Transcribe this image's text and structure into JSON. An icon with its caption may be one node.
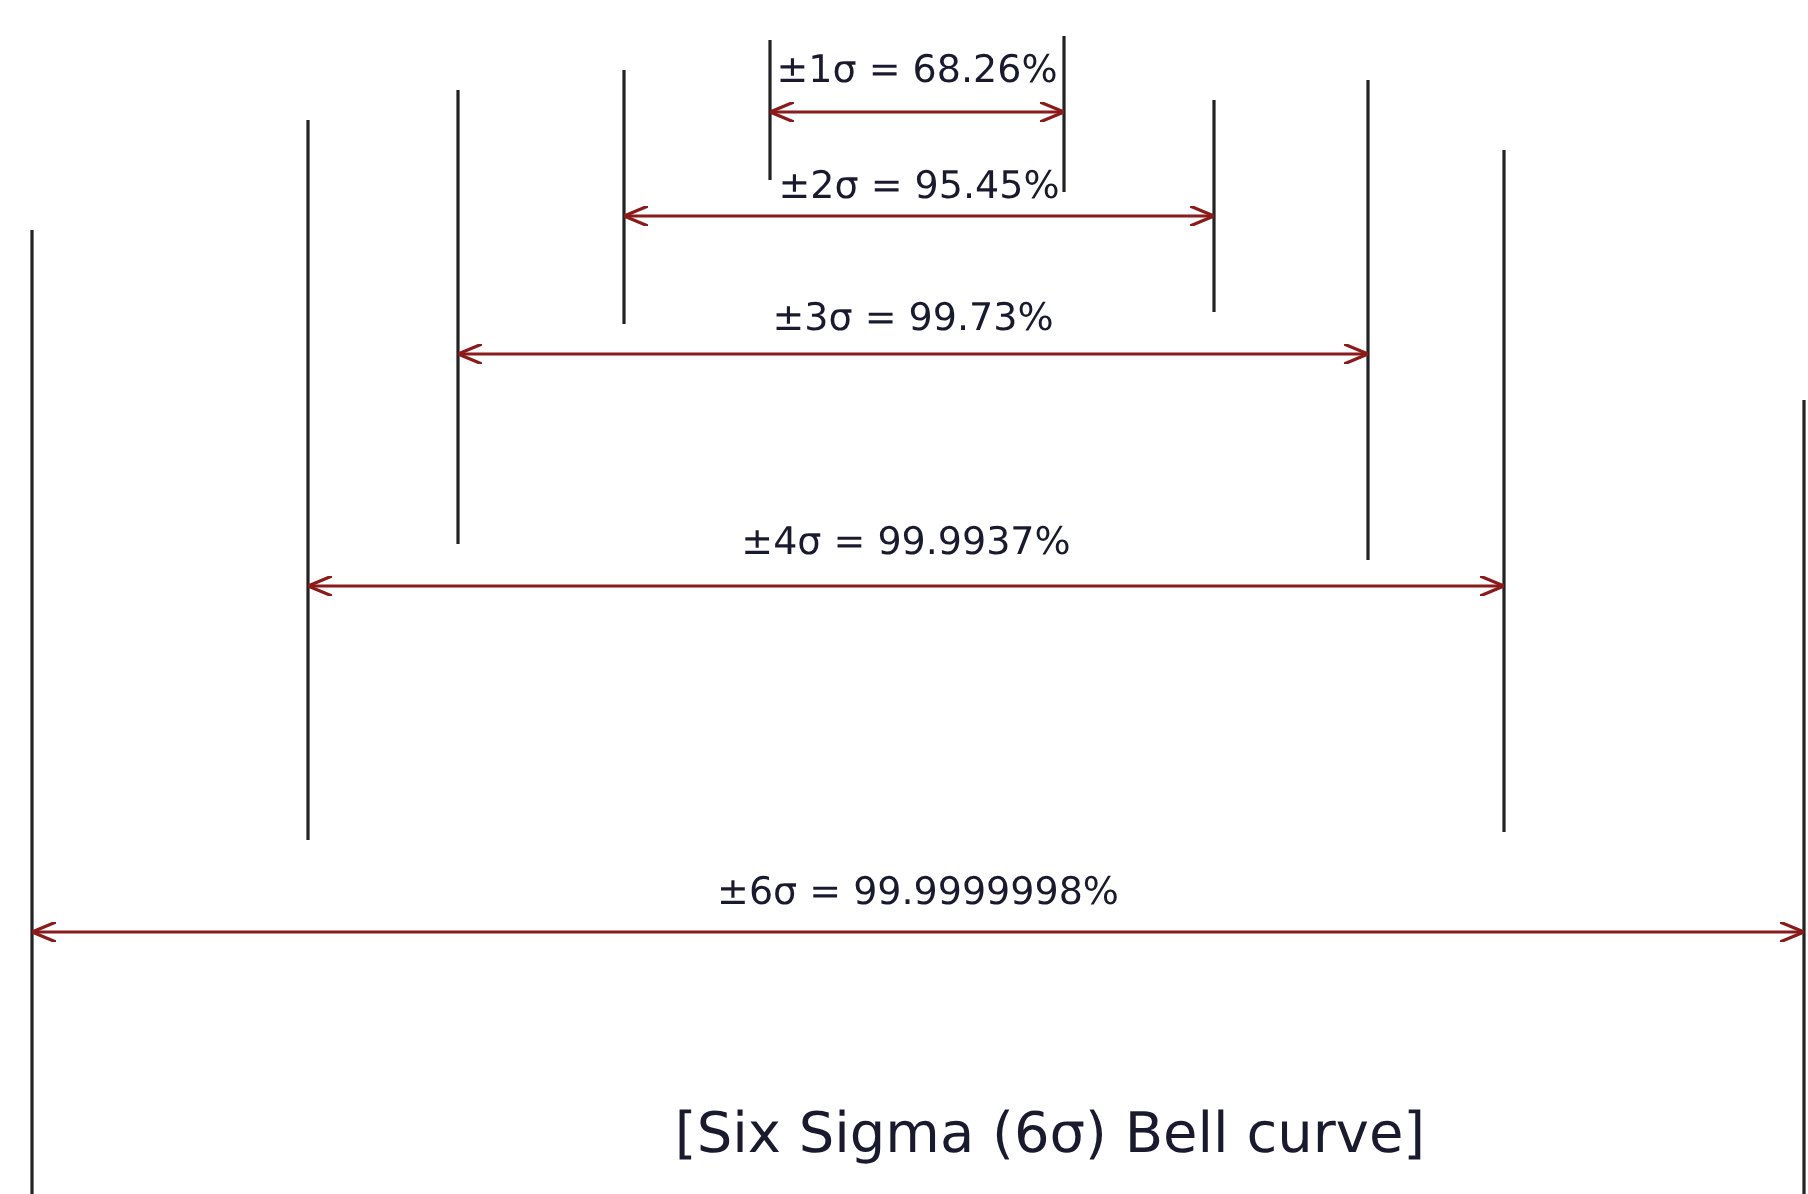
{
  "diagram": {
    "caption": "[Six Sigma (6σ) Bell curve]",
    "labels": [
      "±1σ = 68.26%",
      "±2σ = 95.45%",
      "±3σ = 99.73%",
      "±4σ = 99.9937%",
      "±6σ = 99.9999998%"
    ]
  }
}
